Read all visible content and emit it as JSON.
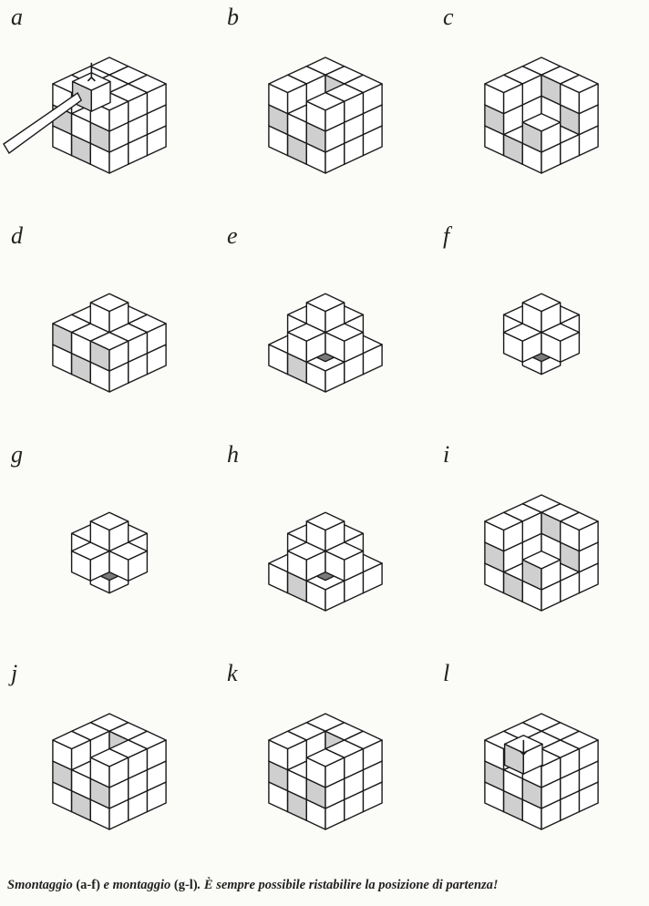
{
  "panels": [
    {
      "label": "a",
      "pose": "lift-edge",
      "arrow": "up",
      "tool": true
    },
    {
      "label": "b",
      "pose": "top-open",
      "arrow": "",
      "tool": false
    },
    {
      "label": "c",
      "pose": "top-core",
      "arrow": "",
      "tool": false
    },
    {
      "label": "d",
      "pose": "mid-core",
      "arrow": "",
      "tool": false
    },
    {
      "label": "e",
      "pose": "cross-bottom",
      "arrow": "",
      "tool": false
    },
    {
      "label": "f",
      "pose": "core-only",
      "arrow": "",
      "tool": false
    },
    {
      "label": "g",
      "pose": "core-only",
      "arrow": "",
      "tool": false
    },
    {
      "label": "h",
      "pose": "cross-bottom",
      "arrow": "",
      "tool": false
    },
    {
      "label": "i",
      "pose": "top-core",
      "arrow": "",
      "tool": false
    },
    {
      "label": "j",
      "pose": "top-open",
      "arrow": "",
      "tool": false
    },
    {
      "label": "k",
      "pose": "top-open",
      "arrow": "",
      "tool": false
    },
    {
      "label": "l",
      "pose": "lift-edge",
      "arrow": "down",
      "tool": false
    }
  ],
  "caption": {
    "part1": "Smontaggio ",
    "range1": "(a-f)",
    "part2": " e montaggio ",
    "range2": "(g-l)",
    "part3": ". È sempre possibile ristabilire la posizione di partenza!"
  },
  "colors": {
    "ink": "#1a1a1a",
    "face": "#ffffff",
    "shade": "#cfcfcf",
    "dark": "#7a7a7a"
  }
}
